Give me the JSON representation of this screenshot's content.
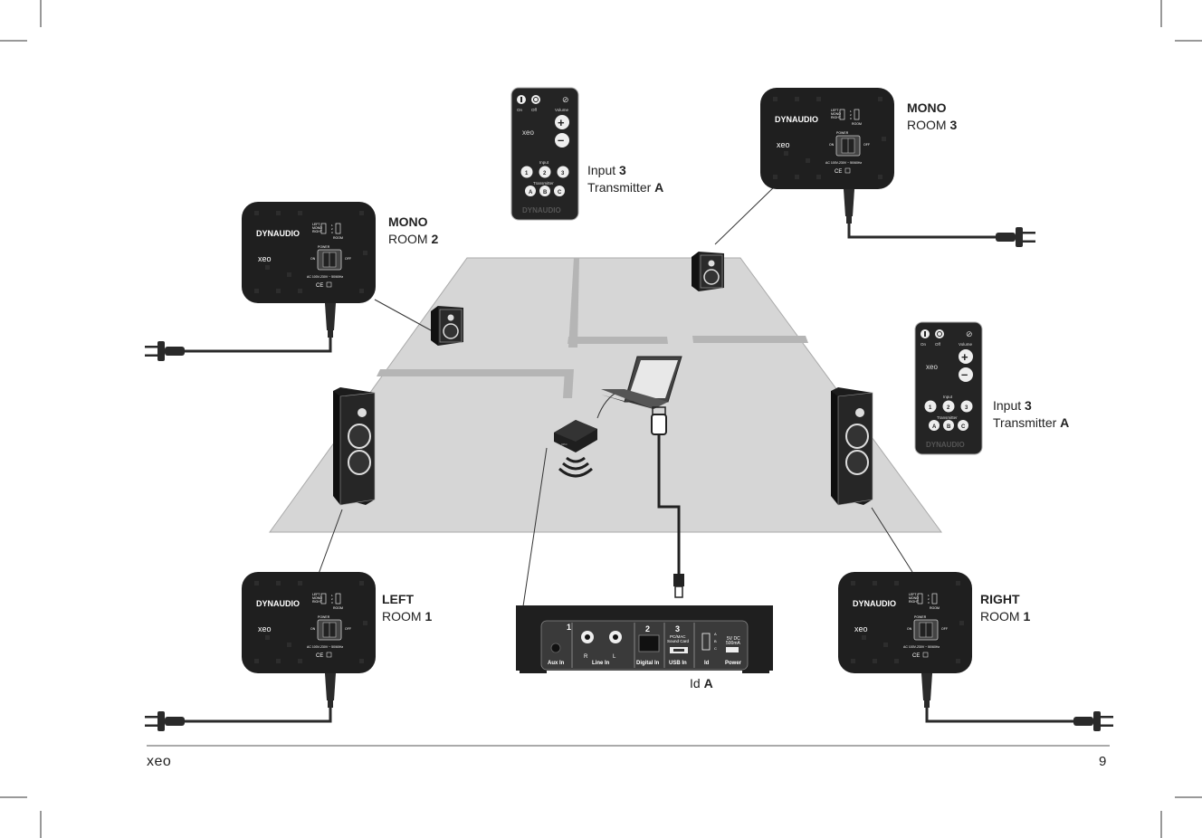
{
  "page": {
    "brand": "xeo",
    "page_number": "9"
  },
  "speaker_labels": {
    "mono_room2": {
      "line1": "MONO",
      "line2_prefix": "ROOM ",
      "line2_value": "2"
    },
    "mono_room3": {
      "line1": "MONO",
      "line2_prefix": "ROOM ",
      "line2_value": "3"
    },
    "left_room1": {
      "line1": "LEFT",
      "line2_prefix": "ROOM ",
      "line2_value": "1"
    },
    "right_room1": {
      "line1": "RIGHT",
      "line2_prefix": "ROOM ",
      "line2_value": "1"
    }
  },
  "remote_labels": {
    "top": {
      "input_prefix": "Input ",
      "input_value": "3",
      "tx_prefix": "Transmitter ",
      "tx_value": "A"
    },
    "right": {
      "input_prefix": "Input ",
      "input_value": "3",
      "tx_prefix": "Transmitter ",
      "tx_value": "A"
    }
  },
  "transmitter_label": {
    "prefix": "Id ",
    "value": "A"
  },
  "speaker_panel": {
    "brand": "DYNAUDIO",
    "model": "xeo",
    "switch_left": "LEFT",
    "switch_mono": "MONO",
    "switch_right": "RIGHT",
    "switch_nums": [
      "1",
      "2",
      "3"
    ],
    "room": "ROOM",
    "power": "POWER",
    "on": "ON",
    "off": "OFF",
    "ac": "AC 100V-230V ~ 50/60Hz",
    "marks": "CE"
  },
  "remote": {
    "on": "On",
    "off": "Off",
    "volume": "Volume",
    "plus": "+",
    "minus": "–",
    "model": "xeo",
    "input": "Input",
    "inputs": [
      "1",
      "2",
      "3"
    ],
    "transmitter": "Transmitter",
    "transmitters": [
      "A",
      "B",
      "C"
    ],
    "brand": "DYNAUDIO"
  },
  "transmitter_box": {
    "sections": [
      "1",
      "2",
      "3"
    ],
    "line_r": "R",
    "line_l": "L",
    "aux_in": "Aux In",
    "line_in": "Line In",
    "digital_in": "Digital In",
    "pcmac_line1": "PC/MAC",
    "pcmac_line2": "Sound Card",
    "usb_in": "USB In",
    "id_abc": [
      "A",
      "B",
      "C"
    ],
    "id": "Id",
    "dc_line1": "5V DC",
    "dc_line2": "500mA",
    "power": "Power"
  }
}
